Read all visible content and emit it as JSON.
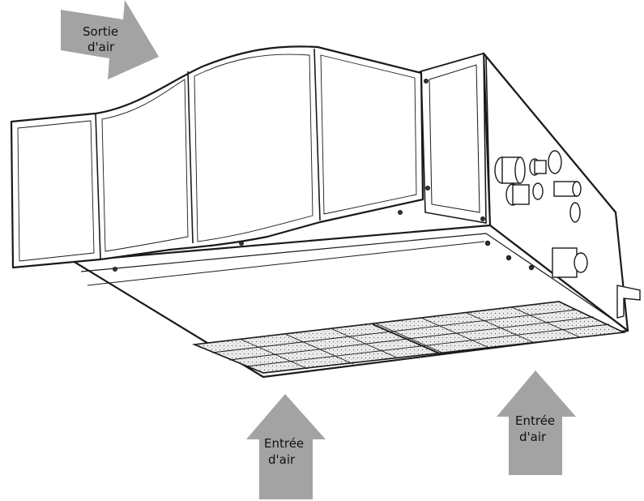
{
  "labels": {
    "outlet_line1": "Sortie",
    "outlet_line2": "d'air",
    "inlet_front_line1": "Entrée",
    "inlet_front_line2": "d'air",
    "inlet_side_line1": "Entrée",
    "inlet_side_line2": "d'air"
  },
  "colors": {
    "arrow": "#a3a3a3",
    "line": "#1a1a1a",
    "filter": "#e8e8e8"
  }
}
